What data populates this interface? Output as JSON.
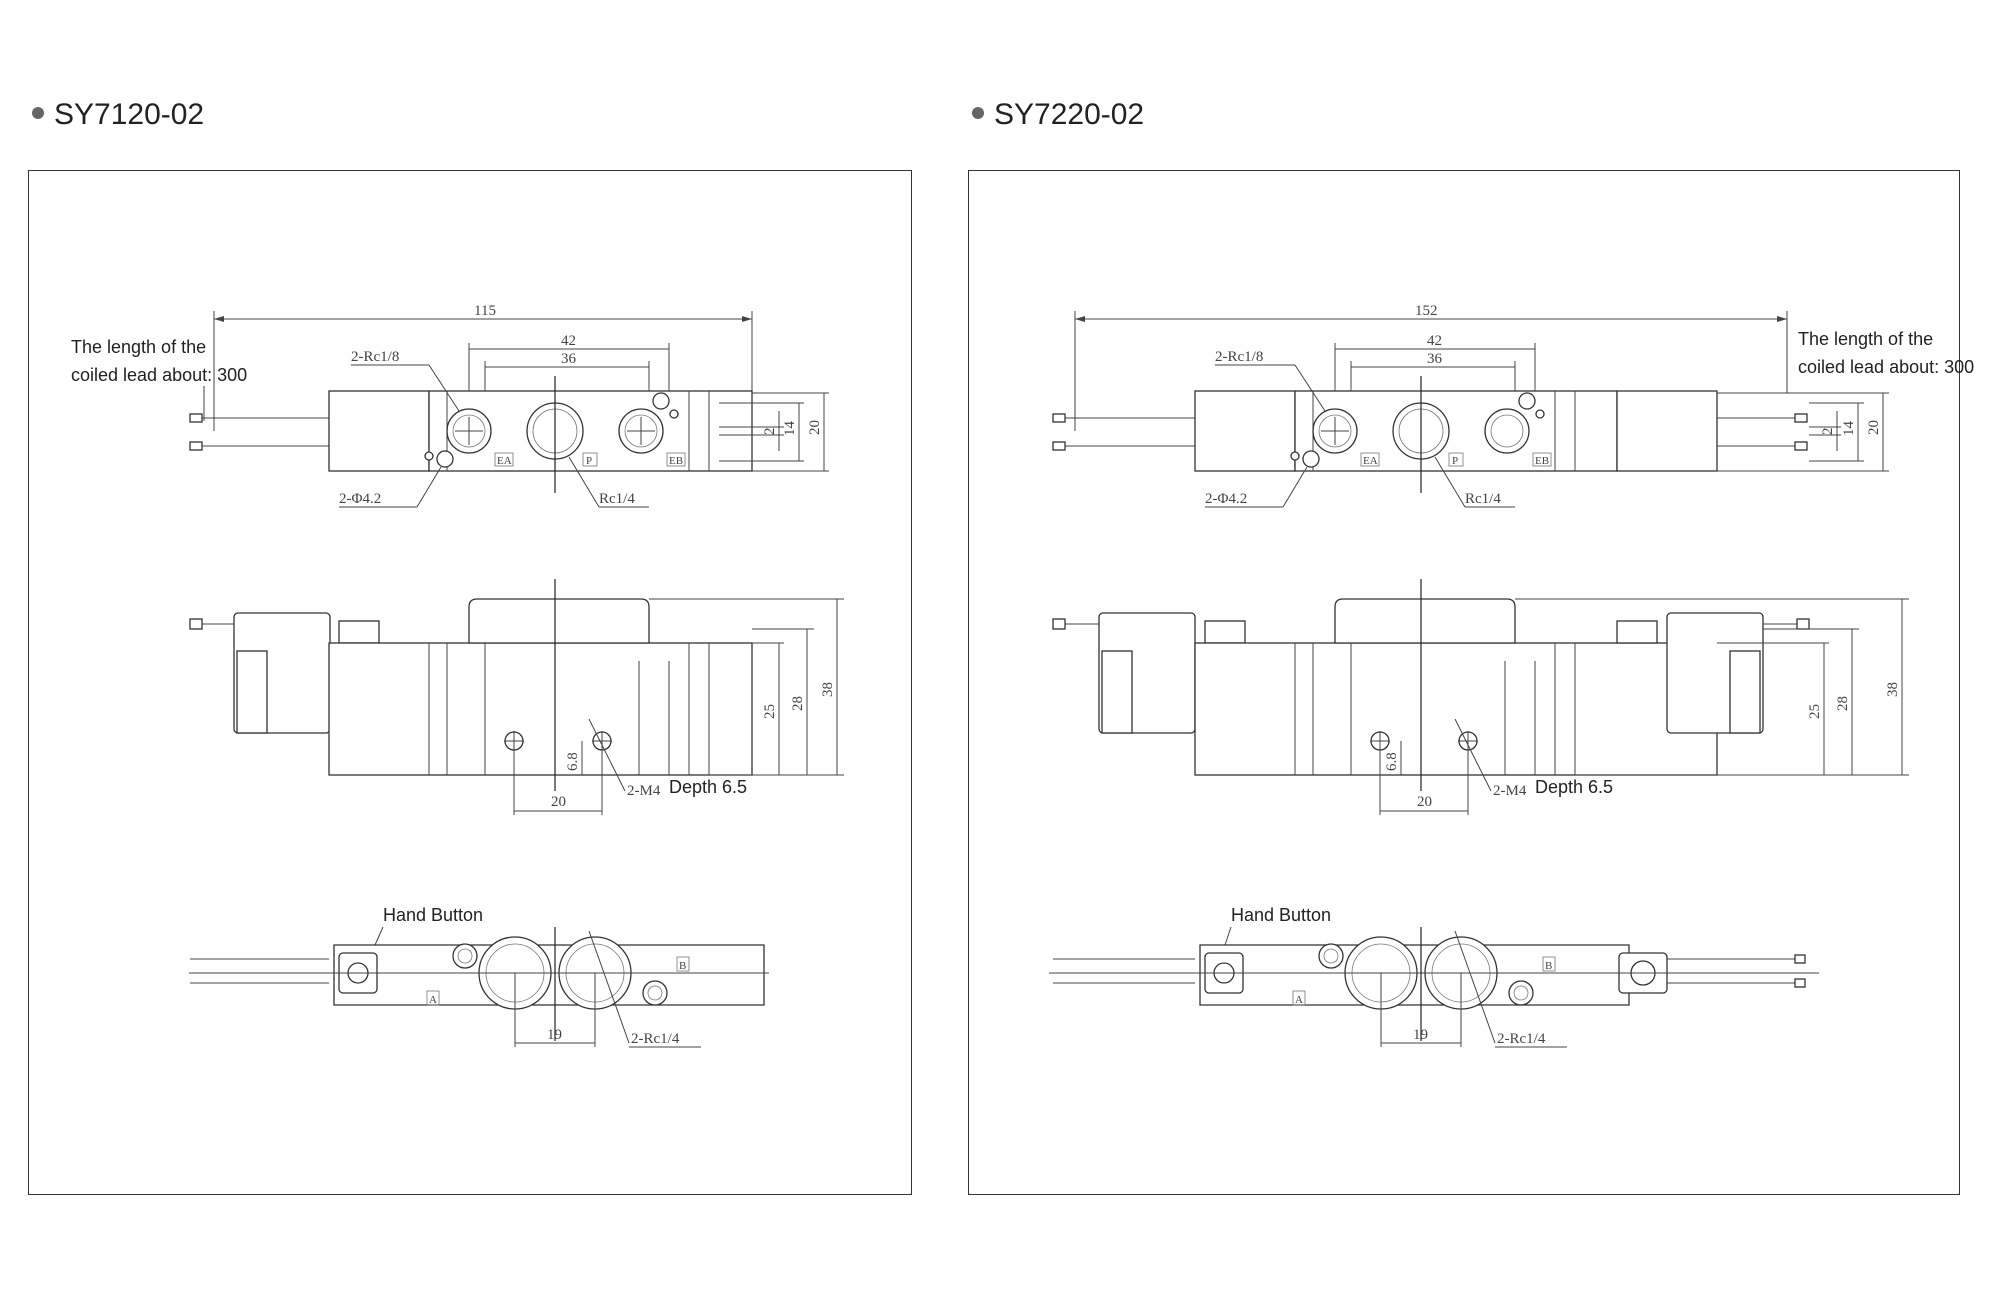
{
  "left": {
    "model": "SY7120-02",
    "lead_note_line1": "The length of the",
    "lead_note_line2": "coiled lead about: 300",
    "dim_overall": "115",
    "dim_42": "42",
    "dim_36": "36",
    "port_rc18": "2-Rc1/8",
    "port_phi": "2-Φ4.2",
    "port_rc14": "Rc1/4",
    "lbl_ea": "EA",
    "lbl_p": "P",
    "lbl_eb": "EB",
    "dim_2": "2",
    "dim_14": "14",
    "dim_20v": "20",
    "dim_25": "25",
    "dim_28": "28",
    "dim_38": "38",
    "dim_68": "6.8",
    "dim_20h": "20",
    "thread": "2-M4",
    "depth": "Depth 6.5",
    "hand_button": "Hand Button",
    "lbl_a": "A",
    "lbl_b": "B",
    "dim_19": "19",
    "port_rc14_2": "2-Rc1/4"
  },
  "right": {
    "model": "SY7220-02",
    "lead_note_line1": "The length of the",
    "lead_note_line2": "coiled lead about: 300",
    "dim_overall": "152",
    "dim_42": "42",
    "dim_36": "36",
    "port_rc18": "2-Rc1/8",
    "port_phi": "2-Φ4.2",
    "port_rc14": "Rc1/4",
    "lbl_ea": "EA",
    "lbl_p": "P",
    "lbl_eb": "EB",
    "dim_2": "2",
    "dim_14": "14",
    "dim_20v": "20",
    "dim_25": "25",
    "dim_28": "28",
    "dim_38": "38",
    "dim_68": "6.8",
    "dim_20h": "20",
    "thread": "2-M4",
    "depth": "Depth 6.5",
    "hand_button": "Hand Button",
    "lbl_a": "A",
    "lbl_b": "B",
    "dim_19": "19",
    "port_rc14_2": "2-Rc1/4"
  }
}
